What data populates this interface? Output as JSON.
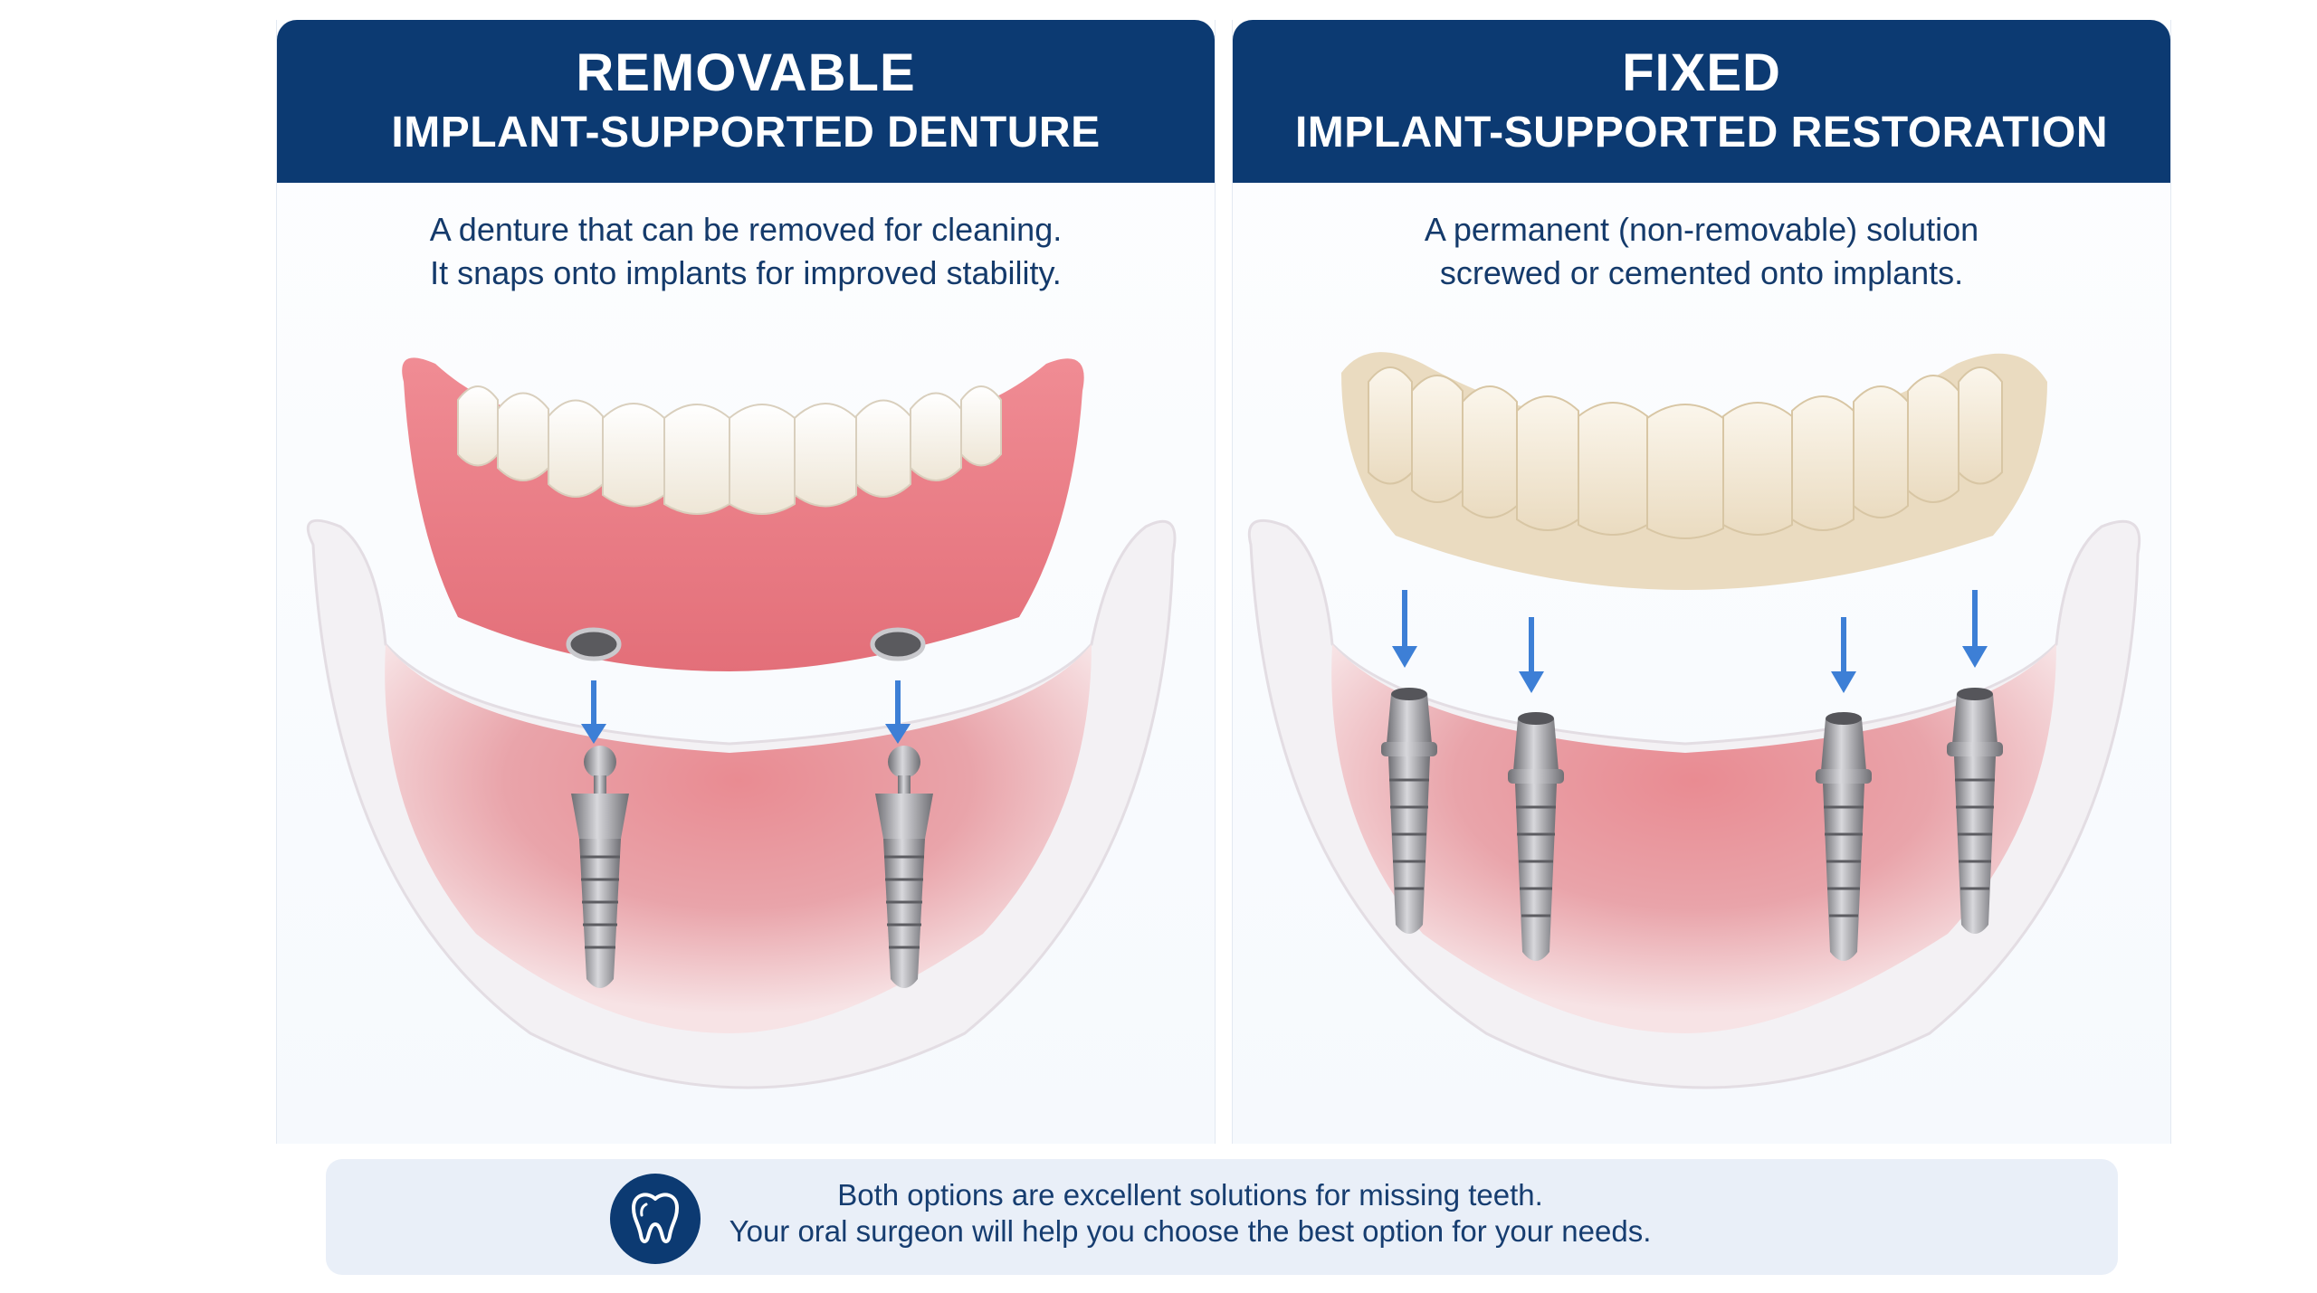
{
  "left_panel": {
    "title_line1": "REMOVABLE",
    "title_line2": "IMPLANT-SUPPORTED DENTURE",
    "desc_line1": "A denture that can be removed for cleaning.",
    "desc_line2": "It snaps onto implants for improved stability.",
    "implant_count": 2,
    "attachment_type": "ball"
  },
  "right_panel": {
    "title_line1": "FIXED",
    "title_line2": "IMPLANT-SUPPORTED RESTORATION",
    "desc_line1": "A permanent (non-removable) solution",
    "desc_line2": "screwed or cemented onto implants.",
    "implant_count": 4,
    "attachment_type": "abutment"
  },
  "footer": {
    "icon": "tooth-icon",
    "line1": "Both options are excellent solutions for missing teeth.",
    "line2": "Your oral surgeon will help you choose the best option for your needs."
  },
  "colors": {
    "header_bg": "#0c3a72",
    "text": "#143a6b",
    "arrow": "#3d7fd6",
    "gum": "#e0808a",
    "tooth_white": "#f8f3ea",
    "tooth_ivory": "#f1e6cf",
    "metal": "#a7a7ab"
  }
}
